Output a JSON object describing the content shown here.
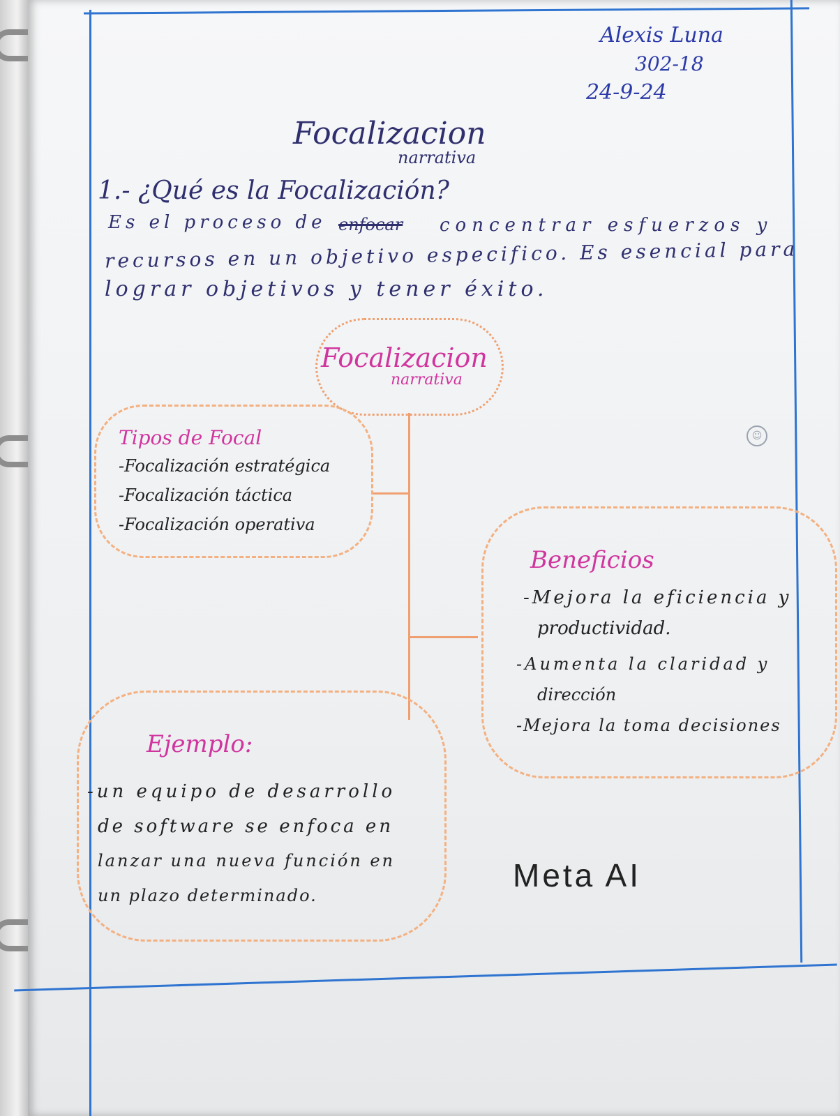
{
  "header": {
    "name": "Alexis Luna",
    "group": "302-18",
    "date": "24-9-24"
  },
  "title": {
    "line1": "Focalizacion",
    "line2": "narrativa"
  },
  "question": {
    "heading": "1.- ¿Qué es la Focalización?",
    "answer_line1": "Es el proceso de",
    "strike": "enfocar",
    "answer_line1b": "concentrar esfuerzos y",
    "answer_line2": "recursos en un objetivo especifico. Es esencial para",
    "answer_line3": "lograr objetivos y tener éxito."
  },
  "center_cloud": {
    "line1": "Focalizacion",
    "line2": "narrativa"
  },
  "tipos": {
    "title": "Tipos de Focal",
    "items": [
      "-Focalización estratégica",
      "-Focalización táctica",
      "-Focalización operativa"
    ]
  },
  "beneficios": {
    "title": "Beneficios",
    "items": [
      "-Mejora la eficiencia y",
      "productividad.",
      "-Aumenta la claridad y",
      "dirección",
      "-Mejora la toma decisiones"
    ]
  },
  "ejemplo": {
    "title": "Ejemplo:",
    "lines": [
      "-un equipo de desarrollo",
      "de software se enfoca en",
      "lanzar una nueva función en",
      "un plazo determinado."
    ]
  },
  "footer_text": "Meta AI"
}
